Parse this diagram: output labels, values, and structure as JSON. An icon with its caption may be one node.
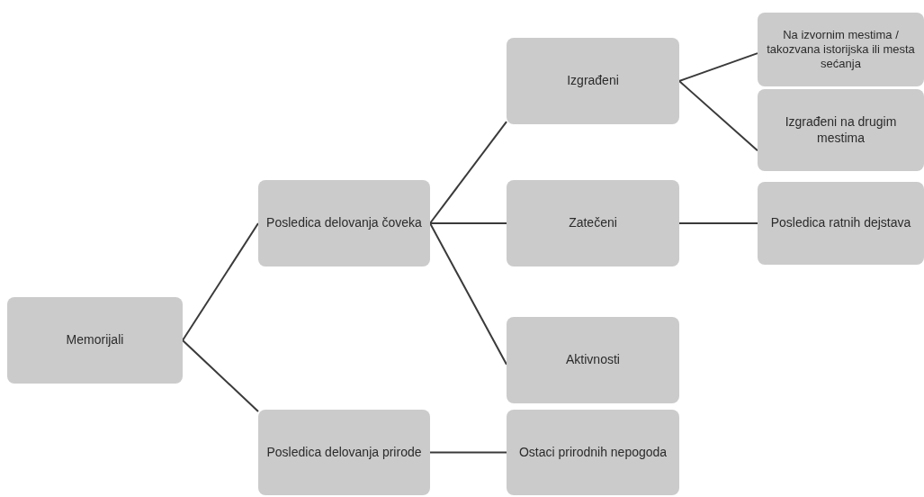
{
  "diagram": {
    "nodes": [
      {
        "text": [
          "Memorijali"
        ]
      },
      {
        "text": [
          "Posledica delovanja čoveka"
        ]
      },
      {
        "text": [
          "Posledica delovanja prirode"
        ]
      },
      {
        "text": [
          "Izgrađeni"
        ]
      },
      {
        "text": [
          "Zatečeni"
        ]
      },
      {
        "text": [
          "Aktivnosti"
        ]
      },
      {
        "text": [
          "Ostaci prirodnih nepogoda"
        ]
      },
      {
        "text": [
          "Na izvornim mestima / takozvana istorijska ili mesta sećanja"
        ]
      },
      {
        "text": [
          "Izgrađeni na drugim mestima"
        ]
      },
      {
        "text": [
          "Posledica ratnih dejstava"
        ]
      }
    ],
    "edges": [
      {
        "from": 0,
        "to": 1,
        "arrow": "none"
      },
      {
        "from": 0,
        "to": 2,
        "arrow": "none"
      },
      {
        "from": 1,
        "to": 3,
        "arrow": "none"
      },
      {
        "from": 1,
        "to": 4,
        "arrow": "none"
      },
      {
        "from": 1,
        "to": 5,
        "arrow": "none"
      },
      {
        "from": 2,
        "to": 6,
        "arrow": "none"
      },
      {
        "from": 3,
        "to": 7,
        "arrow": "none"
      },
      {
        "from": 3,
        "to": 8,
        "arrow": "none"
      },
      {
        "from": 4,
        "to": 9,
        "arrow": "none"
      }
    ]
  }
}
